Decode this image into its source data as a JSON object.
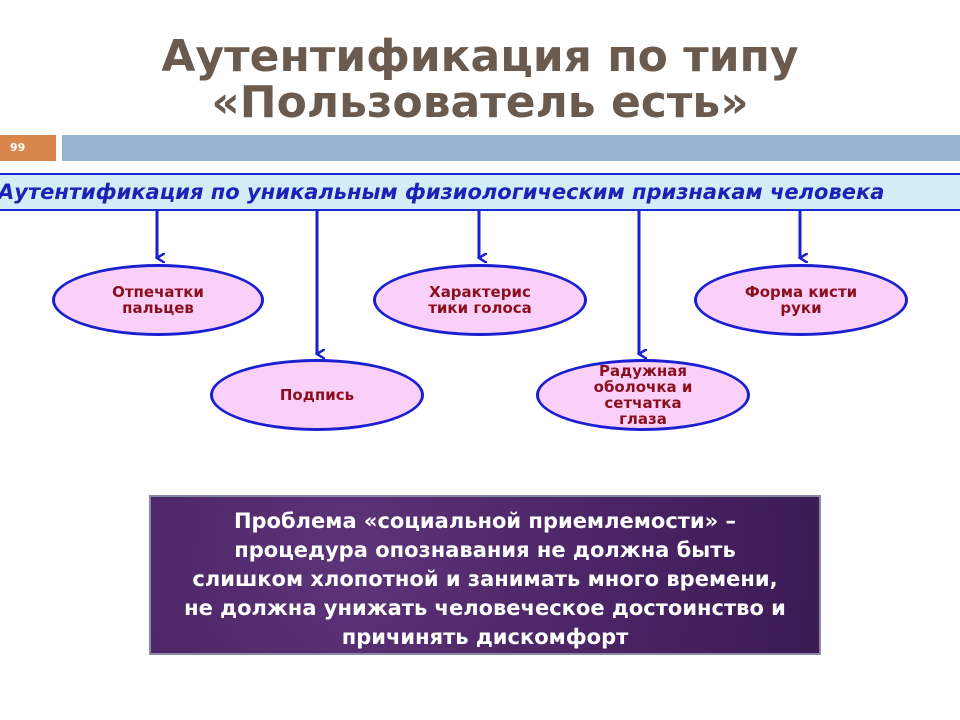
{
  "title": {
    "line1": "Аутентификация по типу",
    "line2": "«Пользователь есть»"
  },
  "slide_number": "99",
  "header": {
    "text": "Аутентификация по уникальным физиологическим признакам человека"
  },
  "ovals": {
    "fingerprints": "Отпечатки пальцев",
    "signature": "Подпись",
    "voice": "Характерис тики голоса",
    "iris": "Радужная оболочка и сетчатка глаза",
    "hand": "Форма кисти руки"
  },
  "problem": {
    "text": "Проблема «социальной приемлемости» – процедура опознавания не должна быть слишком хлопотной и занимать много времени, не должна унижать человеческое достоинство и причинять дискомфорт"
  },
  "colors": {
    "title": "#6b5a4e",
    "accent_orange": "#d9864c",
    "top_bar": "#98b3cf",
    "header_bg": "#d4ecf5",
    "header_text": "#1a22b8",
    "oval_fill": "#fbd0f8",
    "oval_border": "#1a1fd0",
    "oval_text": "#8a0f1e",
    "problem_bg": "#4a2464"
  }
}
